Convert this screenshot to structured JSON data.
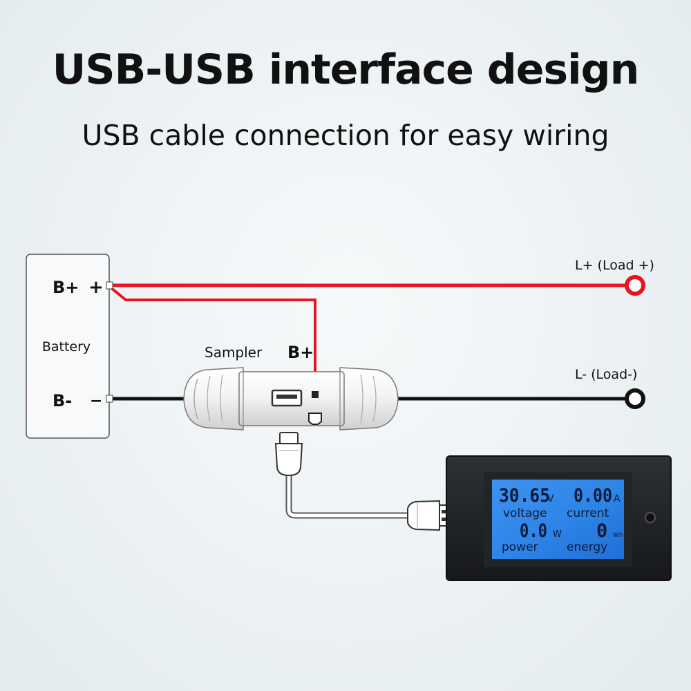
{
  "header": {
    "title": "USB-USB interface design",
    "subtitle": "USB cable connection for easy wiring"
  },
  "battery": {
    "label": "Battery",
    "pos_terminal": "B+",
    "pos_symbol": "+",
    "neg_terminal": "B-",
    "neg_symbol": "−"
  },
  "sampler": {
    "label": "Sampler",
    "input_label": "B+"
  },
  "load": {
    "positive": "L+ (Load +)",
    "negative": "L- (Load-)"
  },
  "meter": {
    "voltage_value": "30.65",
    "voltage_unit": "V",
    "voltage_caption": "voltage",
    "current_value": "0.00",
    "current_unit": "A",
    "current_caption": "current",
    "power_value": "0.0",
    "power_unit": "W",
    "power_caption": "power",
    "energy_value": "0",
    "energy_unit": "Wh",
    "energy_caption": "energy"
  },
  "colors": {
    "positive_wire": "#e8141f",
    "negative_wire": "#111111",
    "lcd_background": "#2f86e8"
  }
}
